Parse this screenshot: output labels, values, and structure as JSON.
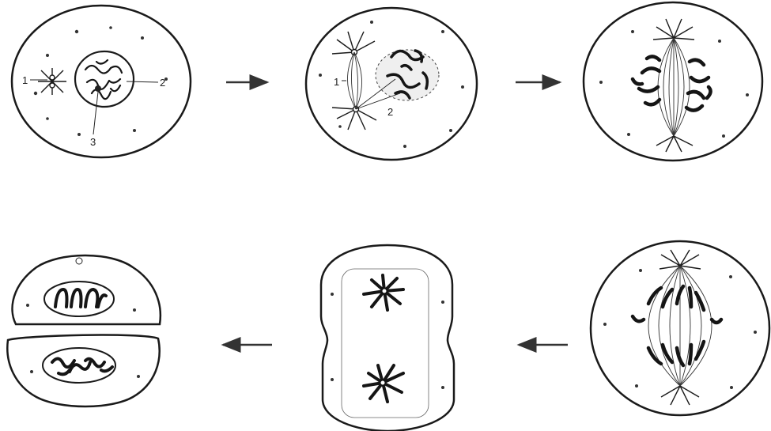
{
  "stages": [
    {
      "id": "interphase"
    },
    {
      "id": "prophase"
    },
    {
      "id": "metaphase"
    },
    {
      "id": "anaphase"
    },
    {
      "id": "telophase"
    },
    {
      "id": "daughter-cells"
    }
  ],
  "labels": {
    "centrosome": "1",
    "nucleus": "2",
    "nucleolus": "3",
    "spindle": "1",
    "chromosomes": "2"
  },
  "arrows": [
    {
      "from": "interphase",
      "to": "prophase",
      "direction": "right"
    },
    {
      "from": "prophase",
      "to": "metaphase",
      "direction": "right"
    },
    {
      "from": "anaphase",
      "to": "telophase",
      "direction": "left"
    },
    {
      "from": "telophase",
      "to": "daughter-cells",
      "direction": "left"
    }
  ],
  "colors": {
    "ink": "#1a1a1a",
    "cytoplasm": "#f6f6f6",
    "nucleus": "#ececec"
  }
}
